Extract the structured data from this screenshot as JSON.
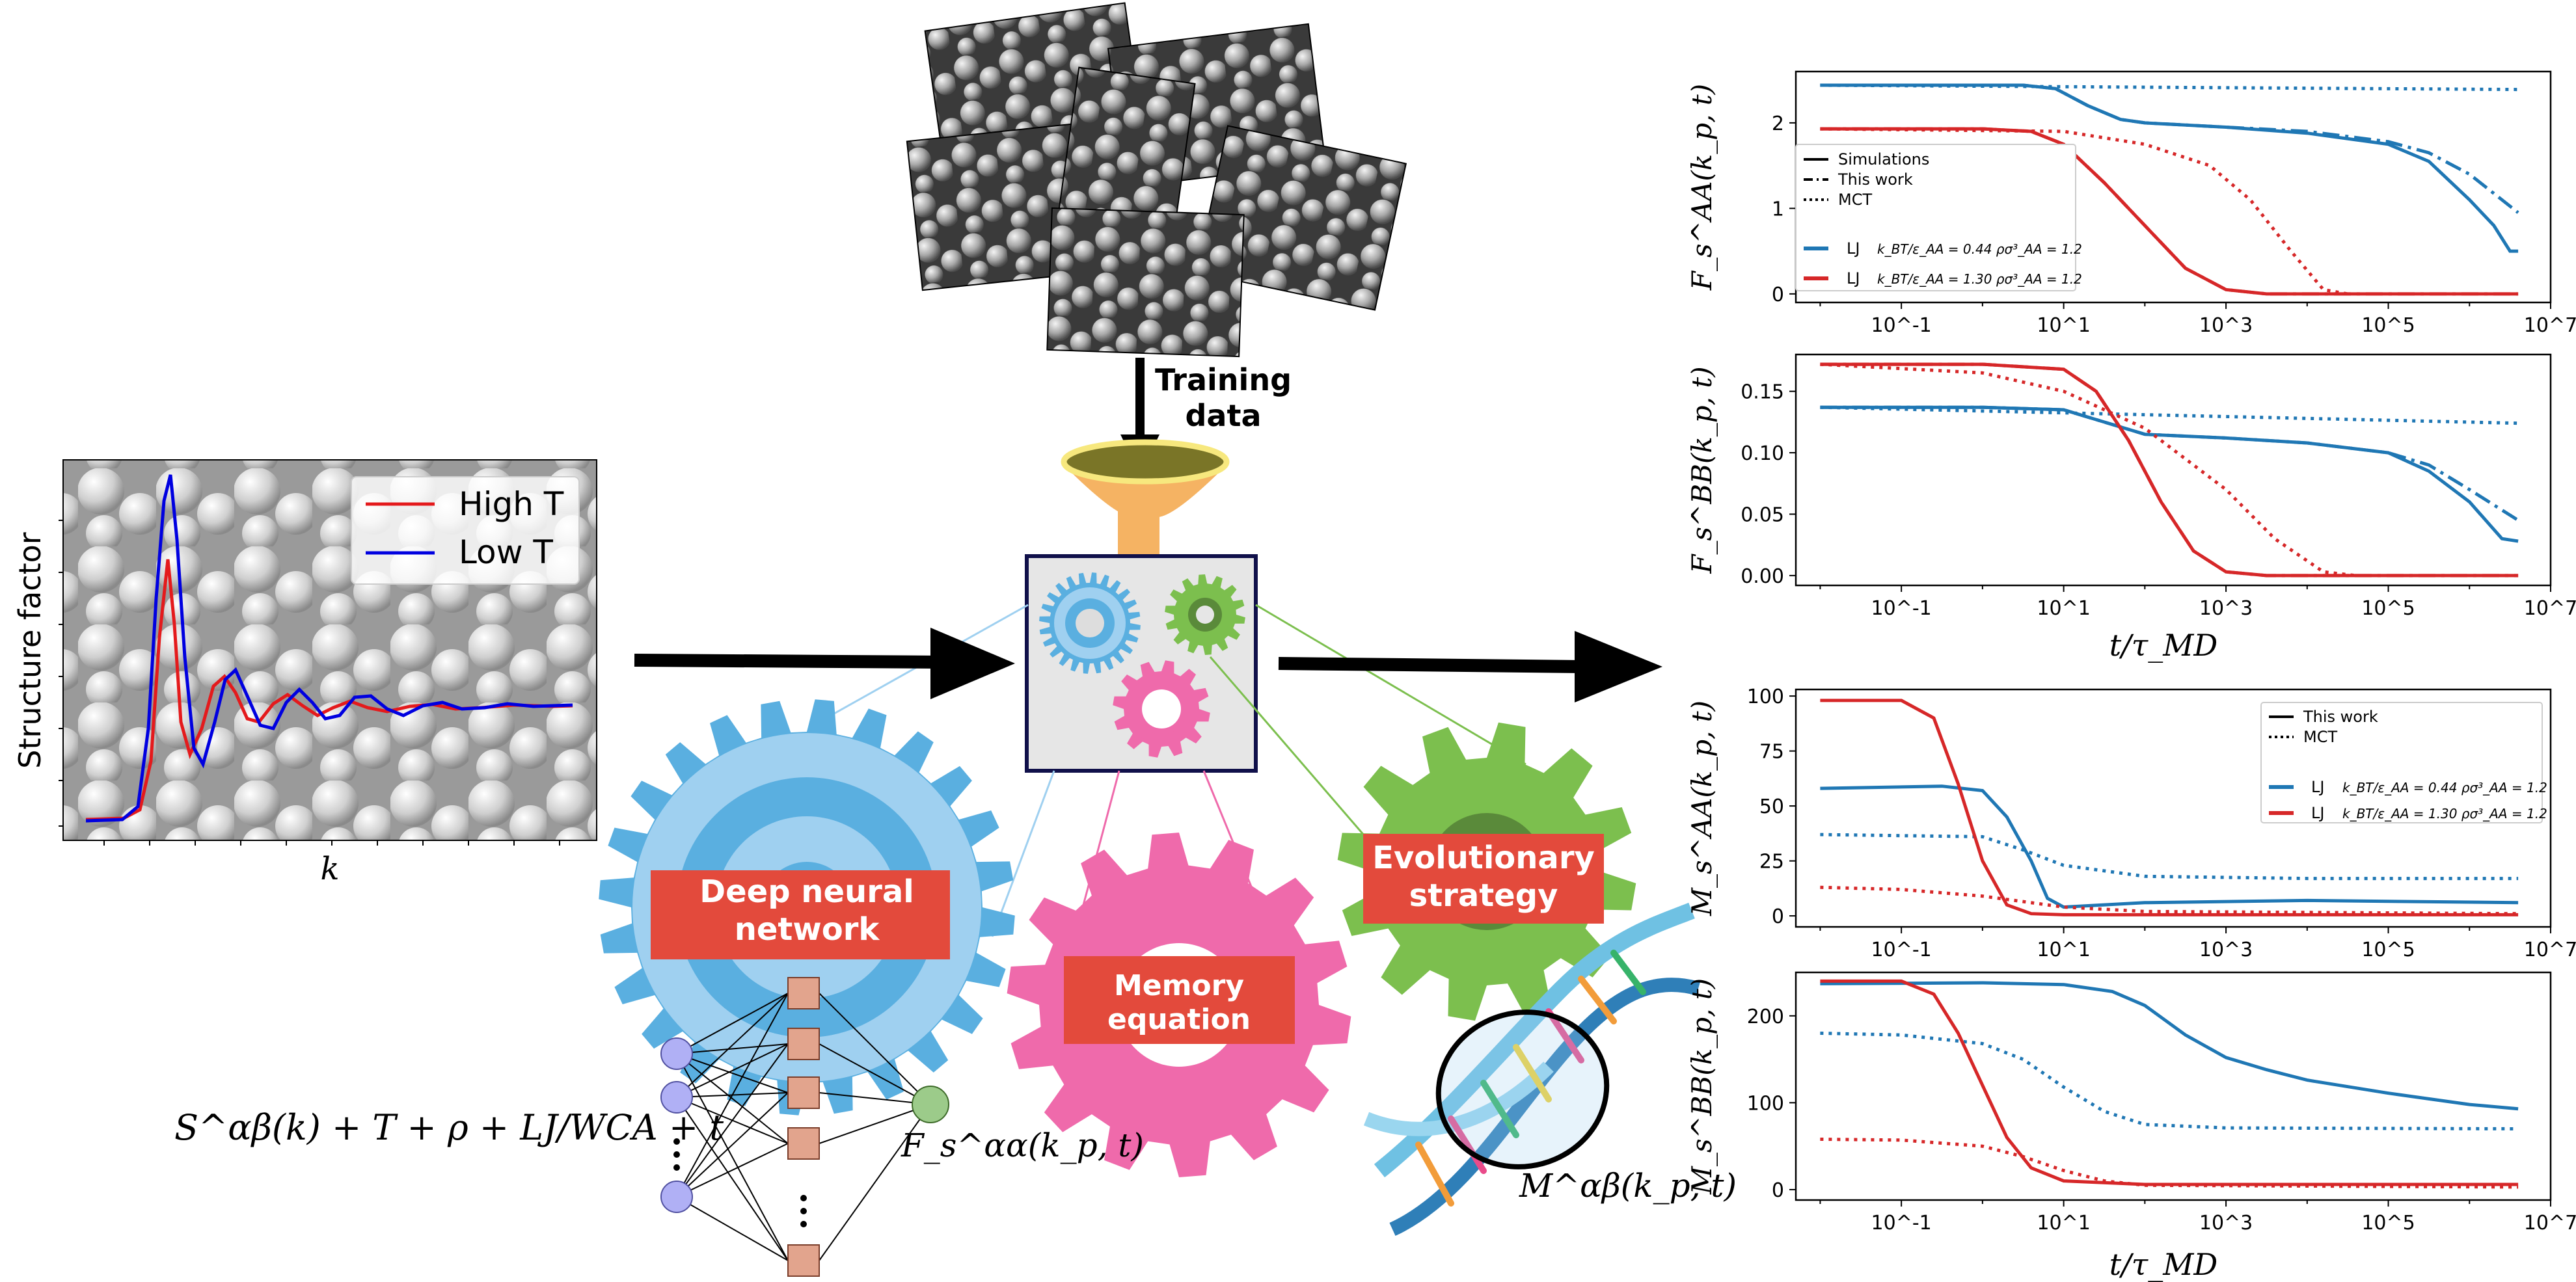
{
  "colors": {
    "blue": "#1f77b4",
    "red": "#d62728",
    "gear_light_blue": "#9fd0f0",
    "gear_mid_blue": "#5aafe0",
    "gear_pink": "#ef6aab",
    "gear_green": "#7cbf4e",
    "banner_red": "#e34a3c",
    "funnel": "#f5b363",
    "box_border": "#10104a"
  },
  "structure_factor": {
    "ylabel": "Structure factor",
    "xlabel": "k",
    "legend": [
      "High T",
      "Low T"
    ]
  },
  "training": {
    "label_line1": "Training",
    "label_line2": "data"
  },
  "gears": {
    "dnn_line1": "Deep neural",
    "dnn_line2": "network",
    "memory_line1": "Memory",
    "memory_line2": "equation",
    "es_line1": "Evolutionary",
    "es_line2": "strategy"
  },
  "formulas": {
    "input": "S^αβ(k) + T + ρ + LJ/WCA + t",
    "output": "F_s^αα(k_p, t)",
    "memory": "M^αβ(k_p, t)"
  },
  "icons": [
    "gear-icon",
    "funnel-icon",
    "dna-icon",
    "arrow-icon"
  ],
  "plot_legend": {
    "line_styles": [
      "Simulations",
      "This work",
      "MCT"
    ],
    "line_styles_memory": [
      "This work",
      "MCT"
    ],
    "series": [
      {
        "name": "LJ",
        "cond": "k_BT/ε_AA = 0.44   ρσ³_AA = 1.2",
        "color": "#1f77b4"
      },
      {
        "name": "LJ",
        "cond": "k_BT/ε_AA = 1.30   ρσ³_AA = 1.2",
        "color": "#d62728"
      }
    ]
  },
  "xlabel": "t/τ_MD",
  "chart_data": [
    {
      "type": "line",
      "ylabel": "F_s^AA(k_p, t)",
      "xlim_log": [
        -2.3,
        7
      ],
      "ylim": [
        -0.1,
        2.6
      ],
      "yticks": [
        "0",
        "1",
        "2"
      ],
      "xticks": [
        "10^-1",
        "10^1",
        "10^3",
        "10^5",
        "10^7"
      ],
      "series": [
        {
          "color": "blue",
          "style": "solid",
          "points": [
            [
              -2,
              2.44
            ],
            [
              0,
              2.44
            ],
            [
              0.5,
              2.44
            ],
            [
              0.9,
              2.4
            ],
            [
              1.3,
              2.2
            ],
            [
              1.7,
              2.04
            ],
            [
              2,
              2.0
            ],
            [
              3,
              1.95
            ],
            [
              4,
              1.88
            ],
            [
              5,
              1.75
            ],
            [
              5.5,
              1.55
            ],
            [
              6,
              1.1
            ],
            [
              6.3,
              0.8
            ],
            [
              6.5,
              0.5
            ],
            [
              6.6,
              0.5
            ]
          ]
        },
        {
          "color": "blue",
          "style": "dashdot",
          "points": [
            [
              -2,
              2.44
            ],
            [
              0,
              2.44
            ],
            [
              0.5,
              2.44
            ],
            [
              0.9,
              2.4
            ],
            [
              1.3,
              2.2
            ],
            [
              1.7,
              2.04
            ],
            [
              2,
              2.0
            ],
            [
              3,
              1.95
            ],
            [
              4,
              1.9
            ],
            [
              5,
              1.78
            ],
            [
              5.5,
              1.65
            ],
            [
              6,
              1.4
            ],
            [
              6.6,
              0.95
            ]
          ]
        },
        {
          "color": "blue",
          "style": "dotted",
          "points": [
            [
              -2,
              2.44
            ],
            [
              6.6,
              2.39
            ]
          ]
        },
        {
          "color": "red",
          "style": "solid",
          "points": [
            [
              -2,
              1.93
            ],
            [
              0,
              1.93
            ],
            [
              0.6,
              1.9
            ],
            [
              1,
              1.75
            ],
            [
              1.5,
              1.3
            ],
            [
              2,
              0.8
            ],
            [
              2.5,
              0.3
            ],
            [
              3,
              0.05
            ],
            [
              3.5,
              0
            ],
            [
              6.6,
              0
            ]
          ]
        },
        {
          "color": "red",
          "style": "dashdot",
          "points": [
            [
              -2,
              1.93
            ],
            [
              0,
              1.93
            ],
            [
              0.6,
              1.9
            ],
            [
              1,
              1.75
            ],
            [
              1.5,
              1.3
            ],
            [
              2,
              0.8
            ],
            [
              2.5,
              0.3
            ],
            [
              3,
              0.05
            ],
            [
              3.5,
              0
            ],
            [
              6.6,
              0
            ]
          ]
        },
        {
          "color": "red",
          "style": "dotted",
          "points": [
            [
              -2,
              1.93
            ],
            [
              1,
              1.9
            ],
            [
              2,
              1.75
            ],
            [
              2.8,
              1.5
            ],
            [
              3.3,
              1.1
            ],
            [
              3.8,
              0.5
            ],
            [
              4.2,
              0.05
            ],
            [
              4.5,
              0
            ]
          ]
        }
      ]
    },
    {
      "type": "line",
      "ylabel": "F_s^BB(k_p, t)",
      "xlim_log": [
        -2.3,
        7
      ],
      "ylim": [
        -0.008,
        0.18
      ],
      "yticks": [
        "0.00",
        "0.05",
        "0.10",
        "0.15"
      ],
      "xticks": [
        "10^-1",
        "10^1",
        "10^3",
        "10^5",
        "10^7"
      ],
      "series": [
        {
          "color": "blue",
          "style": "solid",
          "points": [
            [
              -2,
              0.137
            ],
            [
              0,
              0.137
            ],
            [
              1,
              0.135
            ],
            [
              1.5,
              0.125
            ],
            [
              2,
              0.115
            ],
            [
              3,
              0.112
            ],
            [
              4,
              0.108
            ],
            [
              5,
              0.1
            ],
            [
              5.5,
              0.085
            ],
            [
              6,
              0.06
            ],
            [
              6.4,
              0.03
            ],
            [
              6.6,
              0.028
            ]
          ]
        },
        {
          "color": "blue",
          "style": "dashdot",
          "points": [
            [
              -2,
              0.137
            ],
            [
              0,
              0.137
            ],
            [
              1,
              0.135
            ],
            [
              1.5,
              0.125
            ],
            [
              2,
              0.115
            ],
            [
              3,
              0.112
            ],
            [
              4,
              0.108
            ],
            [
              5,
              0.1
            ],
            [
              5.5,
              0.09
            ],
            [
              6,
              0.07
            ],
            [
              6.6,
              0.045
            ]
          ]
        },
        {
          "color": "blue",
          "style": "dotted",
          "points": [
            [
              -2,
              0.137
            ],
            [
              6.6,
              0.124
            ]
          ]
        },
        {
          "color": "red",
          "style": "solid",
          "points": [
            [
              -2,
              0.172
            ],
            [
              0,
              0.172
            ],
            [
              1,
              0.168
            ],
            [
              1.4,
              0.15
            ],
            [
              1.8,
              0.11
            ],
            [
              2.2,
              0.06
            ],
            [
              2.6,
              0.02
            ],
            [
              3,
              0.003
            ],
            [
              3.5,
              0
            ],
            [
              6.6,
              0
            ]
          ]
        },
        {
          "color": "red",
          "style": "dashdot",
          "points": [
            [
              -2,
              0.172
            ],
            [
              0,
              0.172
            ],
            [
              1,
              0.168
            ],
            [
              1.4,
              0.15
            ],
            [
              1.8,
              0.11
            ],
            [
              2.2,
              0.06
            ],
            [
              2.6,
              0.02
            ],
            [
              3,
              0.003
            ],
            [
              3.5,
              0
            ],
            [
              6.6,
              0
            ]
          ]
        },
        {
          "color": "red",
          "style": "dotted",
          "points": [
            [
              -2,
              0.172
            ],
            [
              0,
              0.165
            ],
            [
              1,
              0.15
            ],
            [
              2,
              0.12
            ],
            [
              3,
              0.07
            ],
            [
              3.6,
              0.03
            ],
            [
              4.2,
              0.003
            ],
            [
              4.6,
              0
            ]
          ]
        }
      ]
    },
    {
      "type": "line",
      "ylabel": "M_s^AA(k_p, t)",
      "xlim_log": [
        -2.3,
        7
      ],
      "ylim": [
        -5,
        103
      ],
      "yticks": [
        "0",
        "25",
        "50",
        "75",
        "100"
      ],
      "xticks": [
        "10^-1",
        "10^1",
        "10^3",
        "10^5",
        "10^7"
      ],
      "series": [
        {
          "color": "blue",
          "style": "solid",
          "points": [
            [
              -2,
              58
            ],
            [
              -0.5,
              59
            ],
            [
              0,
              57
            ],
            [
              0.3,
              45
            ],
            [
              0.6,
              25
            ],
            [
              0.8,
              8
            ],
            [
              1,
              4
            ],
            [
              2,
              6
            ],
            [
              4,
              7
            ],
            [
              6.6,
              6
            ]
          ]
        },
        {
          "color": "blue",
          "style": "dotted",
          "points": [
            [
              -2,
              37
            ],
            [
              0,
              36
            ],
            [
              0.5,
              30
            ],
            [
              1,
              23
            ],
            [
              2,
              18
            ],
            [
              4,
              17
            ],
            [
              6.6,
              17
            ]
          ]
        },
        {
          "color": "red",
          "style": "solid",
          "points": [
            [
              -2,
              98
            ],
            [
              -1,
              98
            ],
            [
              -0.6,
              90
            ],
            [
              -0.3,
              60
            ],
            [
              0,
              25
            ],
            [
              0.3,
              5
            ],
            [
              0.6,
              1
            ],
            [
              1,
              0.5
            ],
            [
              6.6,
              0.5
            ]
          ]
        },
        {
          "color": "red",
          "style": "dotted",
          "points": [
            [
              -2,
              13
            ],
            [
              -1,
              12
            ],
            [
              0,
              9
            ],
            [
              1,
              4
            ],
            [
              2,
              2
            ],
            [
              6.6,
              1
            ]
          ]
        }
      ]
    },
    {
      "type": "line",
      "ylabel": "M_s^BB(k_p, t)",
      "xlim_log": [
        -2.3,
        7
      ],
      "ylim": [
        -12,
        250
      ],
      "yticks": [
        "0",
        "100",
        "200"
      ],
      "xticks": [
        "10^-1",
        "10^1",
        "10^3",
        "10^5",
        "10^7"
      ],
      "series": [
        {
          "color": "blue",
          "style": "solid",
          "points": [
            [
              -2,
              237
            ],
            [
              0,
              238
            ],
            [
              1,
              236
            ],
            [
              1.6,
              228
            ],
            [
              2,
              212
            ],
            [
              2.5,
              178
            ],
            [
              3,
              152
            ],
            [
              3.5,
              138
            ],
            [
              4,
              126
            ],
            [
              5,
              111
            ],
            [
              6,
              98
            ],
            [
              6.6,
              93
            ]
          ]
        },
        {
          "color": "blue",
          "style": "dotted",
          "points": [
            [
              -2,
              180
            ],
            [
              -1,
              178
            ],
            [
              0,
              168
            ],
            [
              0.5,
              150
            ],
            [
              1,
              118
            ],
            [
              1.5,
              90
            ],
            [
              2,
              75
            ],
            [
              3,
              71
            ],
            [
              6.6,
              70
            ]
          ]
        },
        {
          "color": "red",
          "style": "solid",
          "points": [
            [
              -2,
              240
            ],
            [
              -1,
              240
            ],
            [
              -0.6,
              225
            ],
            [
              -0.3,
              180
            ],
            [
              0,
              120
            ],
            [
              0.3,
              60
            ],
            [
              0.6,
              25
            ],
            [
              1,
              10
            ],
            [
              2,
              6
            ],
            [
              6.6,
              6
            ]
          ]
        },
        {
          "color": "red",
          "style": "dotted",
          "points": [
            [
              -2,
              58
            ],
            [
              -1,
              57
            ],
            [
              0,
              50
            ],
            [
              0.5,
              38
            ],
            [
              1,
              22
            ],
            [
              1.5,
              10
            ],
            [
              2,
              5
            ],
            [
              6.6,
              3
            ]
          ]
        }
      ]
    }
  ]
}
